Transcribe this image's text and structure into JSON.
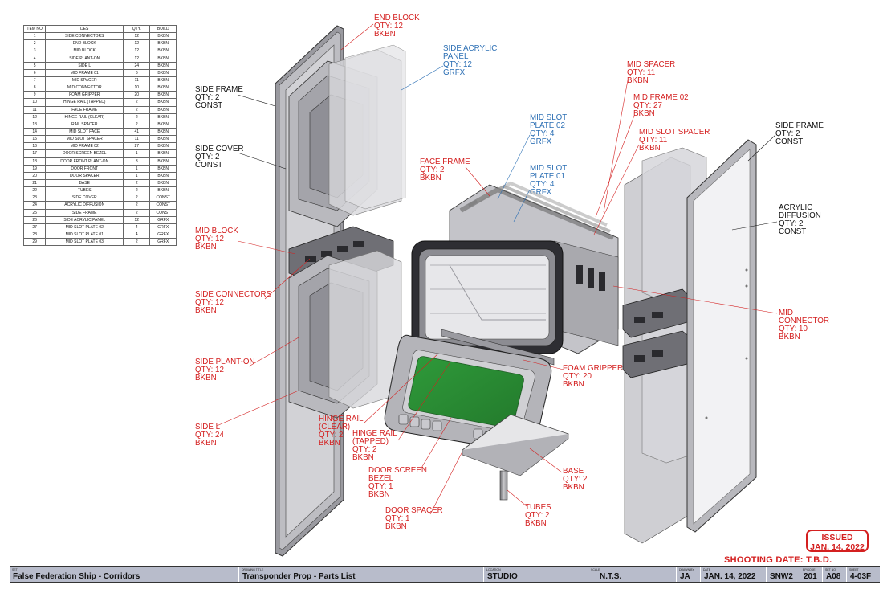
{
  "parts_table": {
    "headers": [
      "ITEM NO.",
      "DES",
      "QTY.",
      "BUILD"
    ],
    "rows": [
      [
        "1",
        "SIDE CONNECTORS",
        "12",
        "BKBN"
      ],
      [
        "2",
        "END BLOCK",
        "12",
        "BKBN"
      ],
      [
        "3",
        "MID BLOCK",
        "12",
        "BKBN"
      ],
      [
        "4",
        "SIDE PLANT-ON",
        "12",
        "BKBN"
      ],
      [
        "5",
        "SIDE L",
        "24",
        "BKBN"
      ],
      [
        "6",
        "MID FRAME 01",
        "6",
        "BKBN"
      ],
      [
        "7",
        "MID SPACER",
        "11",
        "BKBN"
      ],
      [
        "8",
        "MID CONNECTOR",
        "10",
        "BKBN"
      ],
      [
        "9",
        "FOAM GRIPPER",
        "20",
        "BKBN"
      ],
      [
        "10",
        "HINGE RAIL (TAPPED)",
        "2",
        "BKBN"
      ],
      [
        "11",
        "FACE FRAME",
        "2",
        "BKBN"
      ],
      [
        "12",
        "HINGE RAIL (CLEAR)",
        "2",
        "BKBN"
      ],
      [
        "13",
        "RAIL SPACER",
        "2",
        "BKBN"
      ],
      [
        "14",
        "MID SLOT FACE",
        "41",
        "BKBN"
      ],
      [
        "15",
        "MID SLOT SPACER",
        "11",
        "BKBN"
      ],
      [
        "16",
        "MID FRAME 02",
        "27",
        "BKBN"
      ],
      [
        "17",
        "DOOR SCREEN BEZEL",
        "1",
        "BKBN"
      ],
      [
        "18",
        "DOOR FRONT PLANT-ON",
        "3",
        "BKBN"
      ],
      [
        "19",
        "DOOR FRONT",
        "1",
        "BKBN"
      ],
      [
        "20",
        "DOOR SPACER",
        "1",
        "BKBN"
      ],
      [
        "21",
        "BASE",
        "2",
        "BKBN"
      ],
      [
        "22",
        "TUBES",
        "2",
        "BKBN"
      ],
      [
        "23",
        "SIDE COVER",
        "2",
        "CONST"
      ],
      [
        "24",
        "ACRYLIC DIFFUSION",
        "2",
        "CONST"
      ],
      [
        "25",
        "SIDE FRAME",
        "2",
        "CONST"
      ],
      [
        "26",
        "SIDE ACRYLIC PANEL",
        "12",
        "GRFX"
      ],
      [
        "27",
        "MID SLOT PLATE 02",
        "4",
        "GRFX"
      ],
      [
        "28",
        "MID SLOT PLATE 01",
        "4",
        "GRFX"
      ],
      [
        "29",
        "MID SLOT PLATE 03",
        "2",
        "GRFX"
      ]
    ]
  },
  "callouts": [
    {
      "id": "end-block",
      "text": "END BLOCK\nQTY: 12\nBKBN",
      "color": "red"
    },
    {
      "id": "side-acrylic-panel",
      "text": "SIDE ACRYLIC\nPANEL\nQTY: 12\nGRFX",
      "color": "blue"
    },
    {
      "id": "mid-spacer",
      "text": "MID SPACER\nQTY: 11\nBKBN",
      "color": "red"
    },
    {
      "id": "mid-frame-02",
      "text": "MID FRAME 02\nQTY: 27\nBKBN",
      "color": "red"
    },
    {
      "id": "side-frame",
      "text": "SIDE FRAME\nQTY: 2\nCONST",
      "color": "black"
    },
    {
      "id": "mid-slot-plate-02",
      "text": "MID SLOT\nPLATE 02\nQTY: 4\nGRFX",
      "color": "blue"
    },
    {
      "id": "mid-slot-spacer",
      "text": "MID SLOT SPACER\nQTY: 11\nBKBN",
      "color": "red"
    },
    {
      "id": "side-frame-right",
      "text": "SIDE FRAME\nQTY: 2\nCONST",
      "color": "black"
    },
    {
      "id": "side-cover",
      "text": "SIDE COVER\nQTY: 2\nCONST",
      "color": "black"
    },
    {
      "id": "face-frame",
      "text": "FACE FRAME\nQTY: 2\nBKBN",
      "color": "red"
    },
    {
      "id": "mid-slot-plate-01",
      "text": "MID SLOT\nPLATE 01\nQTY: 4\nGRFX",
      "color": "blue"
    },
    {
      "id": "acrylic-diffusion",
      "text": "ACRYLIC\nDIFFUSION\nQTY: 2\nCONST",
      "color": "black"
    },
    {
      "id": "mid-block",
      "text": "MID BLOCK\nQTY: 12\nBKBN",
      "color": "red"
    },
    {
      "id": "side-connectors",
      "text": "SIDE CONNECTORS\nQTY: 12\nBKBN",
      "color": "red"
    },
    {
      "id": "mid-connector",
      "text": "MID\nCONNECTOR\nQTY: 10\nBKBN",
      "color": "red"
    },
    {
      "id": "side-plant-on",
      "text": "SIDE PLANT-ON\nQTY: 12\nBKBN",
      "color": "red"
    },
    {
      "id": "foam-gripper",
      "text": "FOAM GRIPPER\nQTY: 20\nBKBN",
      "color": "red"
    },
    {
      "id": "side-l",
      "text": "SIDE L\nQTY: 24\nBKBN",
      "color": "red"
    },
    {
      "id": "hinge-rail-clear",
      "text": "HINGE RAIL\n(CLEAR)\nQTY: 2\nBKBN",
      "color": "red"
    },
    {
      "id": "hinge-rail-tapped",
      "text": "HINGE RAIL\n(TAPPED)\nQTY: 2\nBKBN",
      "color": "red"
    },
    {
      "id": "door-screen-bezel",
      "text": "DOOR SCREEN\nBEZEL\nQTY: 1\nBKBN",
      "color": "red"
    },
    {
      "id": "base",
      "text": "BASE\nQTY: 2\nBKBN",
      "color": "red"
    },
    {
      "id": "door-spacer",
      "text": "DOOR SPACER\nQTY: 1\nBKBN",
      "color": "red"
    },
    {
      "id": "tubes",
      "text": "TUBES\nQTY: 2\nBKBN",
      "color": "red"
    }
  ],
  "stamp": {
    "line1": "ISSUED",
    "line2": "JAN. 14, 2022"
  },
  "shooting_date": "SHOOTING DATE:  T.B.D.",
  "title_block": {
    "set_caption": "SET",
    "set": "False Federation Ship - Corridors",
    "drawing_title_caption": "DRAWING TITLE",
    "drawing_title": "Transponder Prop - Parts List",
    "location_caption": "LOCATION",
    "location": "STUDIO",
    "scale_caption": "SCALE",
    "scale": "N.T.S.",
    "drawn_by_caption": "DRAWN BY",
    "drawn_by": "JA",
    "date_caption": "DATE",
    "date": "JAN. 14, 2022",
    "code": "SNW2",
    "episode_caption": "EPISODE",
    "episode": "201",
    "set_no_caption": "SET NO.",
    "set_no": "A08",
    "sheet_caption": "SHEET",
    "sheet": "4-03F"
  },
  "colors": {
    "red": "#d42020",
    "blue": "#2c6fb4",
    "screen_green": "#2f9a3a",
    "title_bar": "#b8bccb"
  }
}
